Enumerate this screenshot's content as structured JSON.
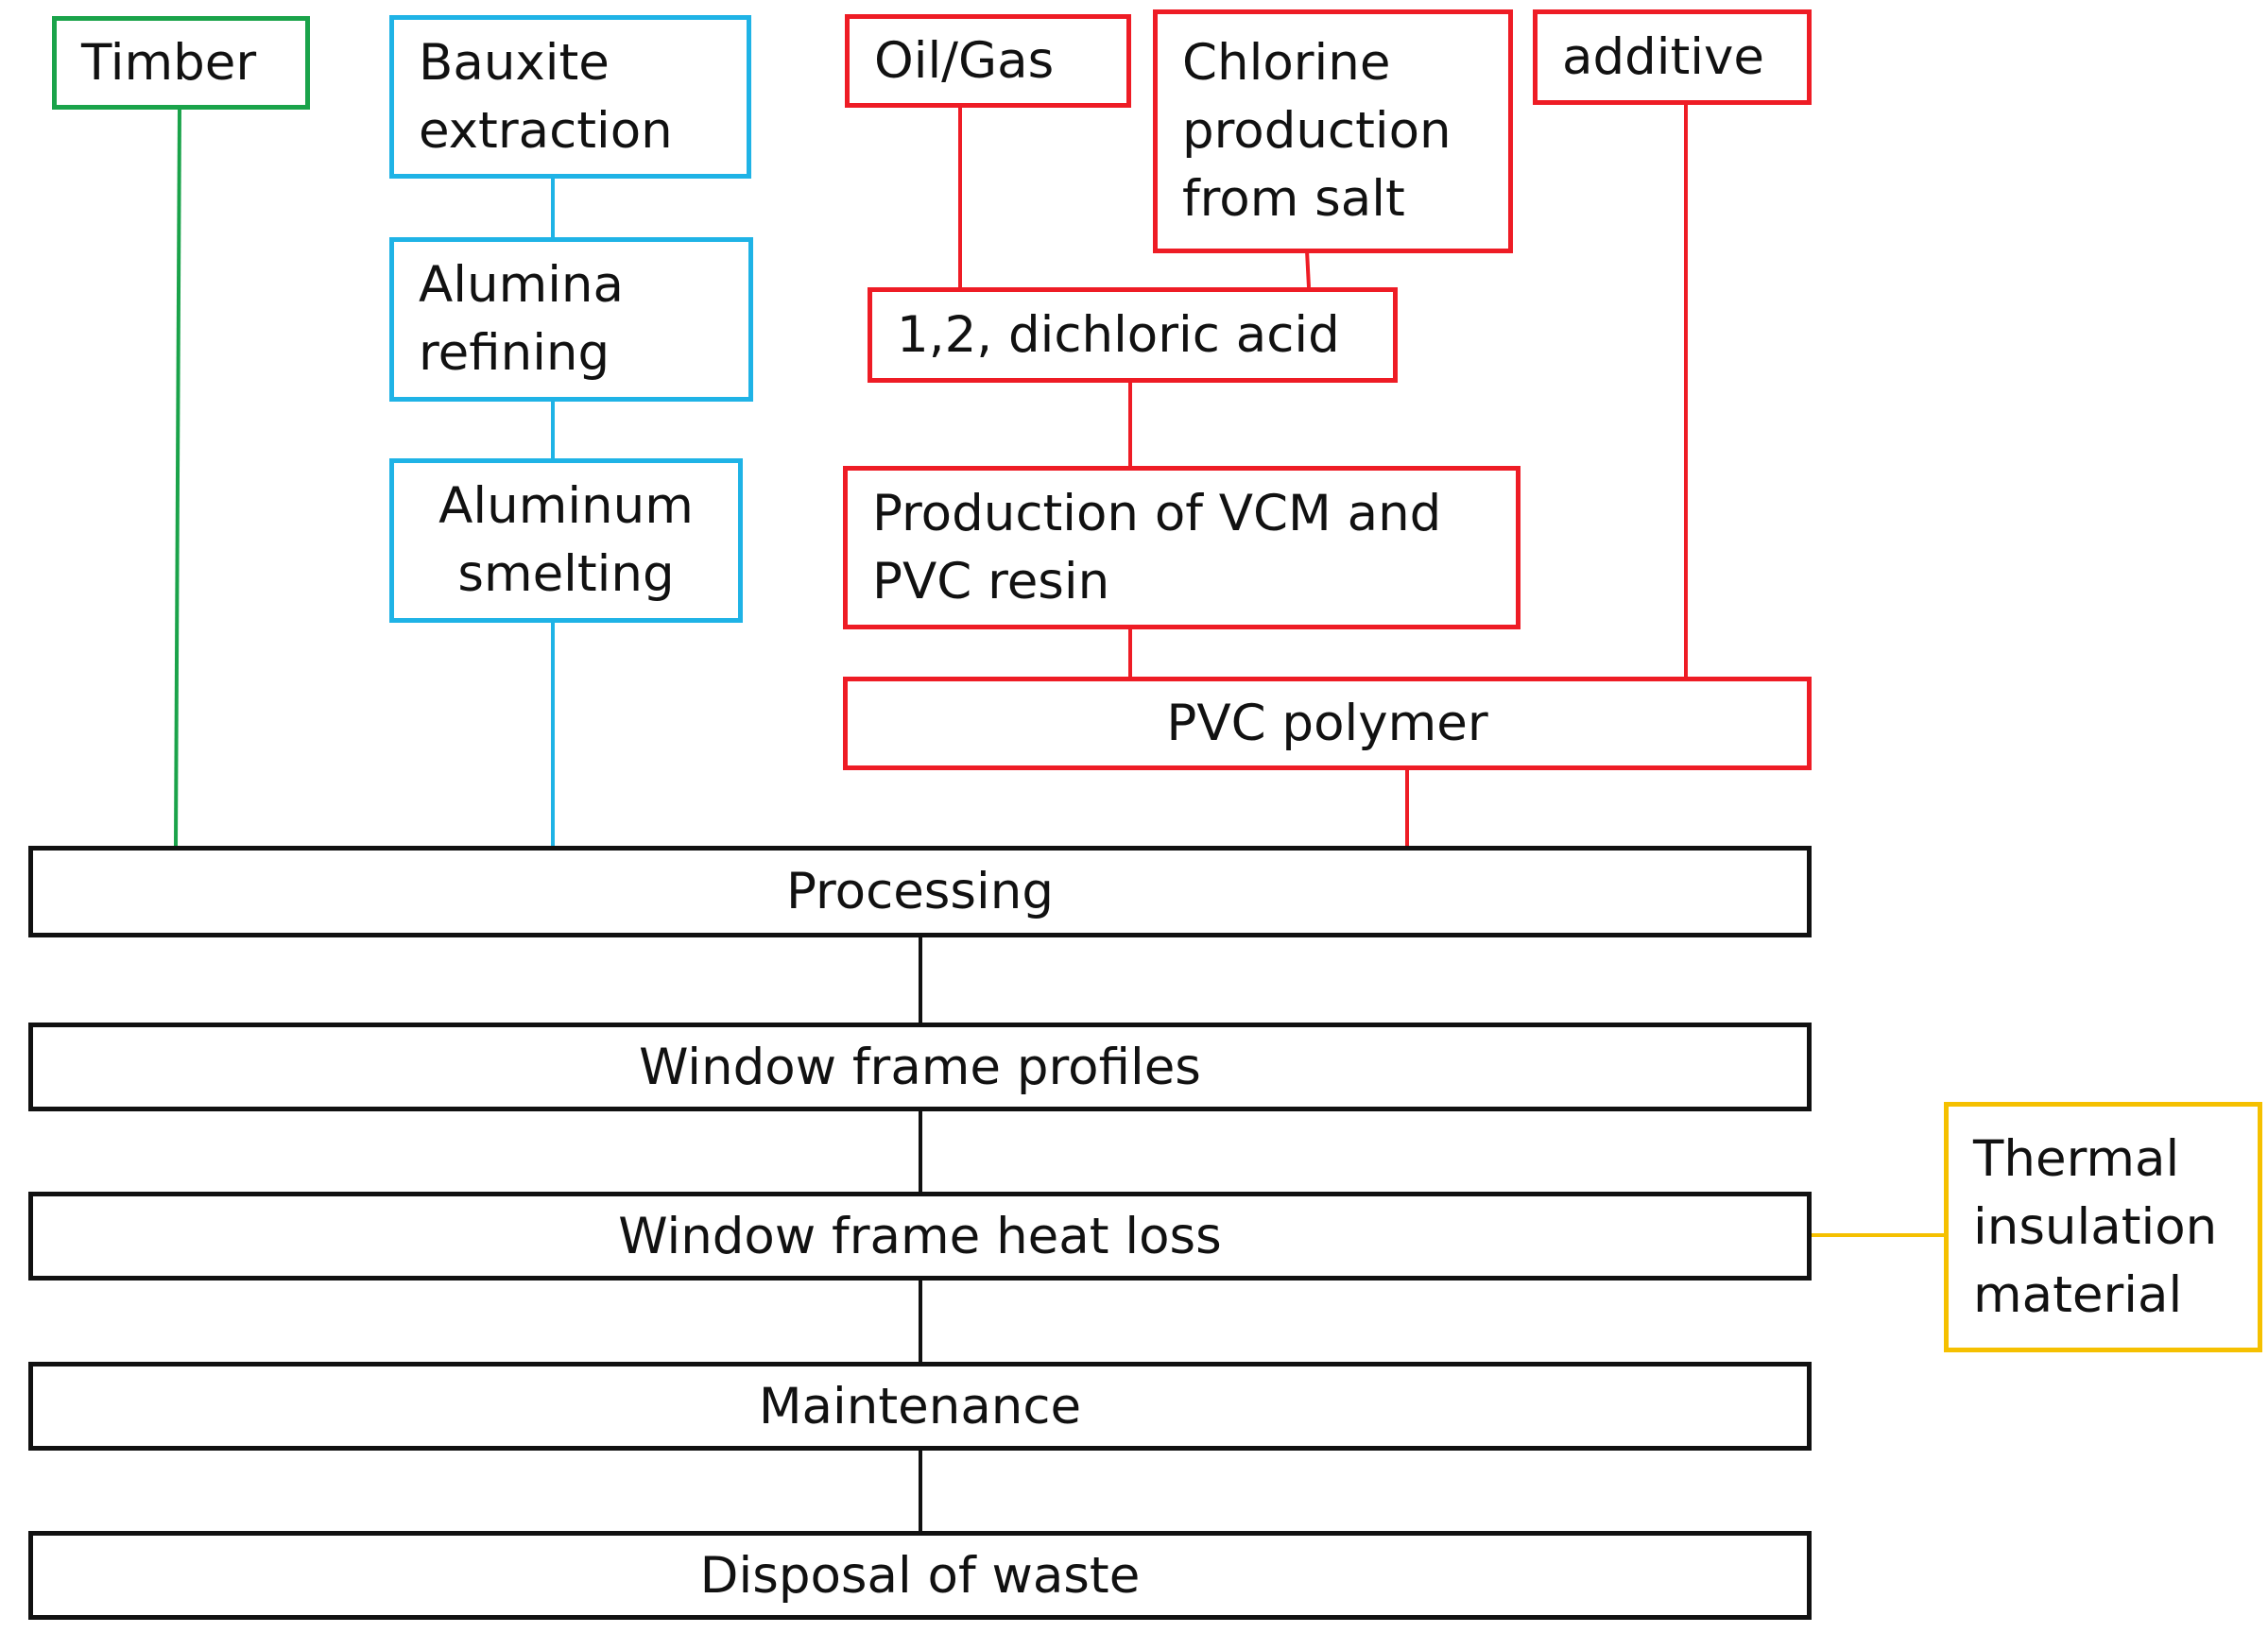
{
  "colors": {
    "timber": "#1aa34a",
    "aluminum": "#1fb3e6",
    "pvc": "#ee1c25",
    "insulation": "#f5c000",
    "common": "#111111"
  },
  "timber_path": {
    "timber": "Timber"
  },
  "aluminum_path": {
    "bauxite": "Bauxite\nextraction",
    "alumina": "Alumina\nrefining",
    "smelting": "Aluminum\nsmelting"
  },
  "pvc_path": {
    "oil_gas": "Oil/Gas",
    "chlorine": "Chlorine\nproduction\nfrom salt",
    "additive": "additive",
    "dichloric": "1,2, dichloric acid",
    "vcm": "Production of VCM and\nPVC resin",
    "polymer": "PVC polymer"
  },
  "common_stages": {
    "processing": "Processing",
    "profiles": "Window frame profiles",
    "heat_loss": "Window frame heat loss",
    "maintenance": "Maintenance",
    "disposal": "Disposal of waste"
  },
  "side_input": {
    "insulation": "Thermal\ninsulation\nmaterial"
  }
}
